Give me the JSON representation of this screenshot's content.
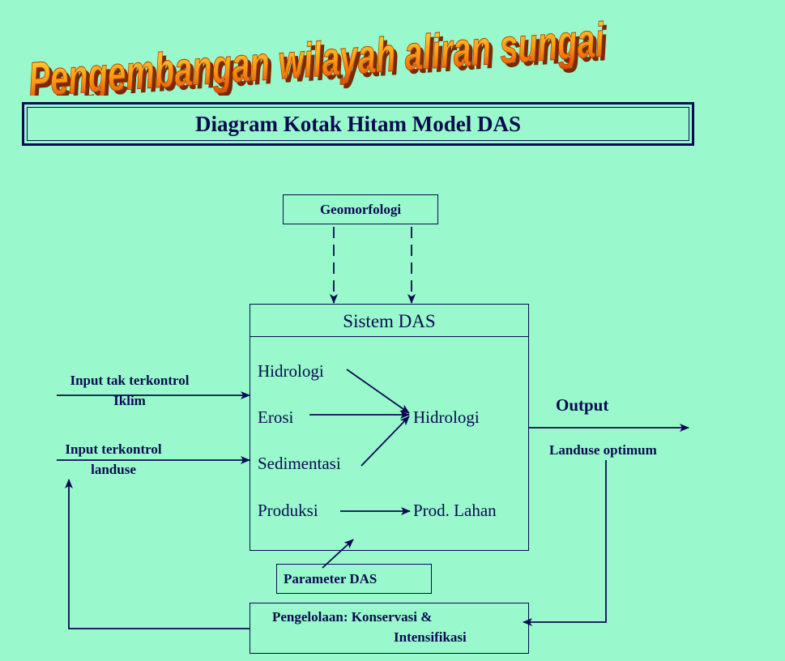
{
  "title": "Pengembangan wilayah aliran sungai",
  "subtitle": "Diagram Kotak Hitam Model DAS",
  "geomorfologi": "Geomorfologi",
  "sistem": {
    "header": "Sistem DAS",
    "items": {
      "hidrologi": "Hidrologi",
      "erosi": "Erosi",
      "sedimentasi": "Sedimentasi",
      "produksi": "Produksi"
    },
    "outputs": {
      "hidrologi": "Hidrologi",
      "prod_lahan": "Prod. Lahan"
    }
  },
  "inputs": {
    "tak_terkontrol_1": "Input tak terkontrol",
    "tak_terkontrol_2": "Iklim",
    "terkontrol_1": "Input terkontrol",
    "terkontrol_2": "landuse"
  },
  "output": {
    "label": "Output",
    "value": "Landuse optimum"
  },
  "parameter": "Parameter DAS",
  "pengelolaan": {
    "line1": "Pengelolaan: Konservasi &",
    "line2": "Intensifikasi"
  },
  "colors": {
    "background": "#99f9cc",
    "ink": "#0a0a50",
    "wordart_fill": "#ff8a10",
    "wordart_shadow": "#7a2a00"
  }
}
